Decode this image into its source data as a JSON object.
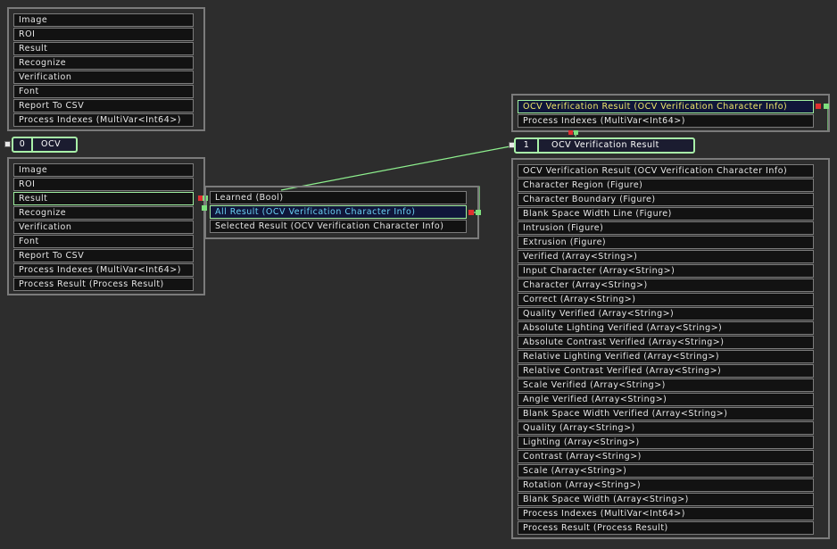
{
  "top_panel": {
    "ports": [
      "Image",
      "ROI",
      "Result",
      "Recognize",
      "Verification",
      "Font",
      "Report To CSV",
      "Process Indexes (MultiVar<Int64>)"
    ]
  },
  "ocv_node": {
    "index": "0",
    "title": "OCV",
    "ports": [
      "Image",
      "ROI",
      "Result",
      "Recognize",
      "Verification",
      "Font",
      "Report To CSV",
      "Process Indexes (MultiVar<Int64>)",
      "Process Result (Process Result)"
    ]
  },
  "result_subpanel": {
    "ports": [
      "Learned (Bool)",
      "All Result (OCV Verification Character Info)",
      "Selected Result (OCV Verification Character Info)"
    ]
  },
  "verif_node": {
    "index": "1",
    "title": "OCV Verification Result",
    "inputs": [
      "OCV Verification Result (OCV Verification Character Info)",
      "Process Indexes (MultiVar<Int64>)"
    ],
    "outputs": [
      "OCV Verification Result (OCV Verification Character Info)",
      "Character Region (Figure)",
      "Character Boundary (Figure)",
      "Blank Space Width Line (Figure)",
      "Intrusion (Figure)",
      "Extrusion (Figure)",
      "Verified (Array<String>)",
      "Input Character (Array<String>)",
      "Character (Array<String>)",
      "Correct (Array<String>)",
      "Quality Verified (Array<String>)",
      "Absolute Lighting Verified (Array<String>)",
      "Absolute Contrast Verified (Array<String>)",
      "Relative Lighting Verified (Array<String>)",
      "Relative Contrast Verified (Array<String>)",
      "Scale Verified (Array<String>)",
      "Angle Verified (Array<String>)",
      "Blank Space Width Verified (Array<String>)",
      "Quality (Array<String>)",
      "Lighting (Array<String>)",
      "Contrast (Array<String>)",
      "Scale (Array<String>)",
      "Rotation (Array<String>)",
      "Blank Space Width (Array<String>)",
      "Process Indexes (MultiVar<Int64>)",
      "Process Result (Process Result)"
    ]
  },
  "colors": {
    "background": "#2d2d2d",
    "wire": "#8ef08e",
    "selected_text": "#6ad2f5",
    "highlight_text": "#f0e86a"
  }
}
